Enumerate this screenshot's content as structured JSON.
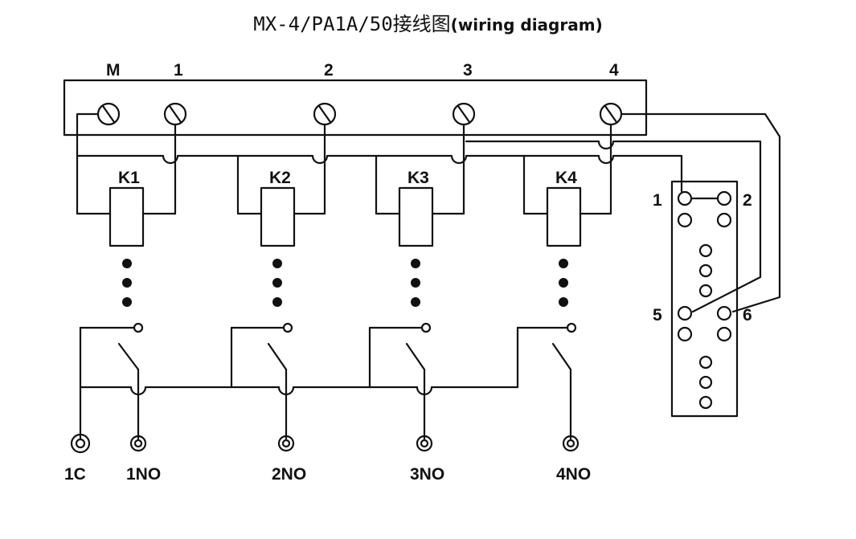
{
  "title": {
    "main": "MX-4/PA1A/50接线图",
    "sub": "(wiring diagram)"
  },
  "terminal_labels": [
    "M",
    "1",
    "2",
    "3",
    "4"
  ],
  "relays": [
    "K1",
    "K2",
    "K3",
    "K4"
  ],
  "outputs": [
    "1C",
    "1NO",
    "2NO",
    "3NO",
    "4NO"
  ],
  "connector_pins": [
    "1",
    "2",
    "5",
    "6"
  ]
}
